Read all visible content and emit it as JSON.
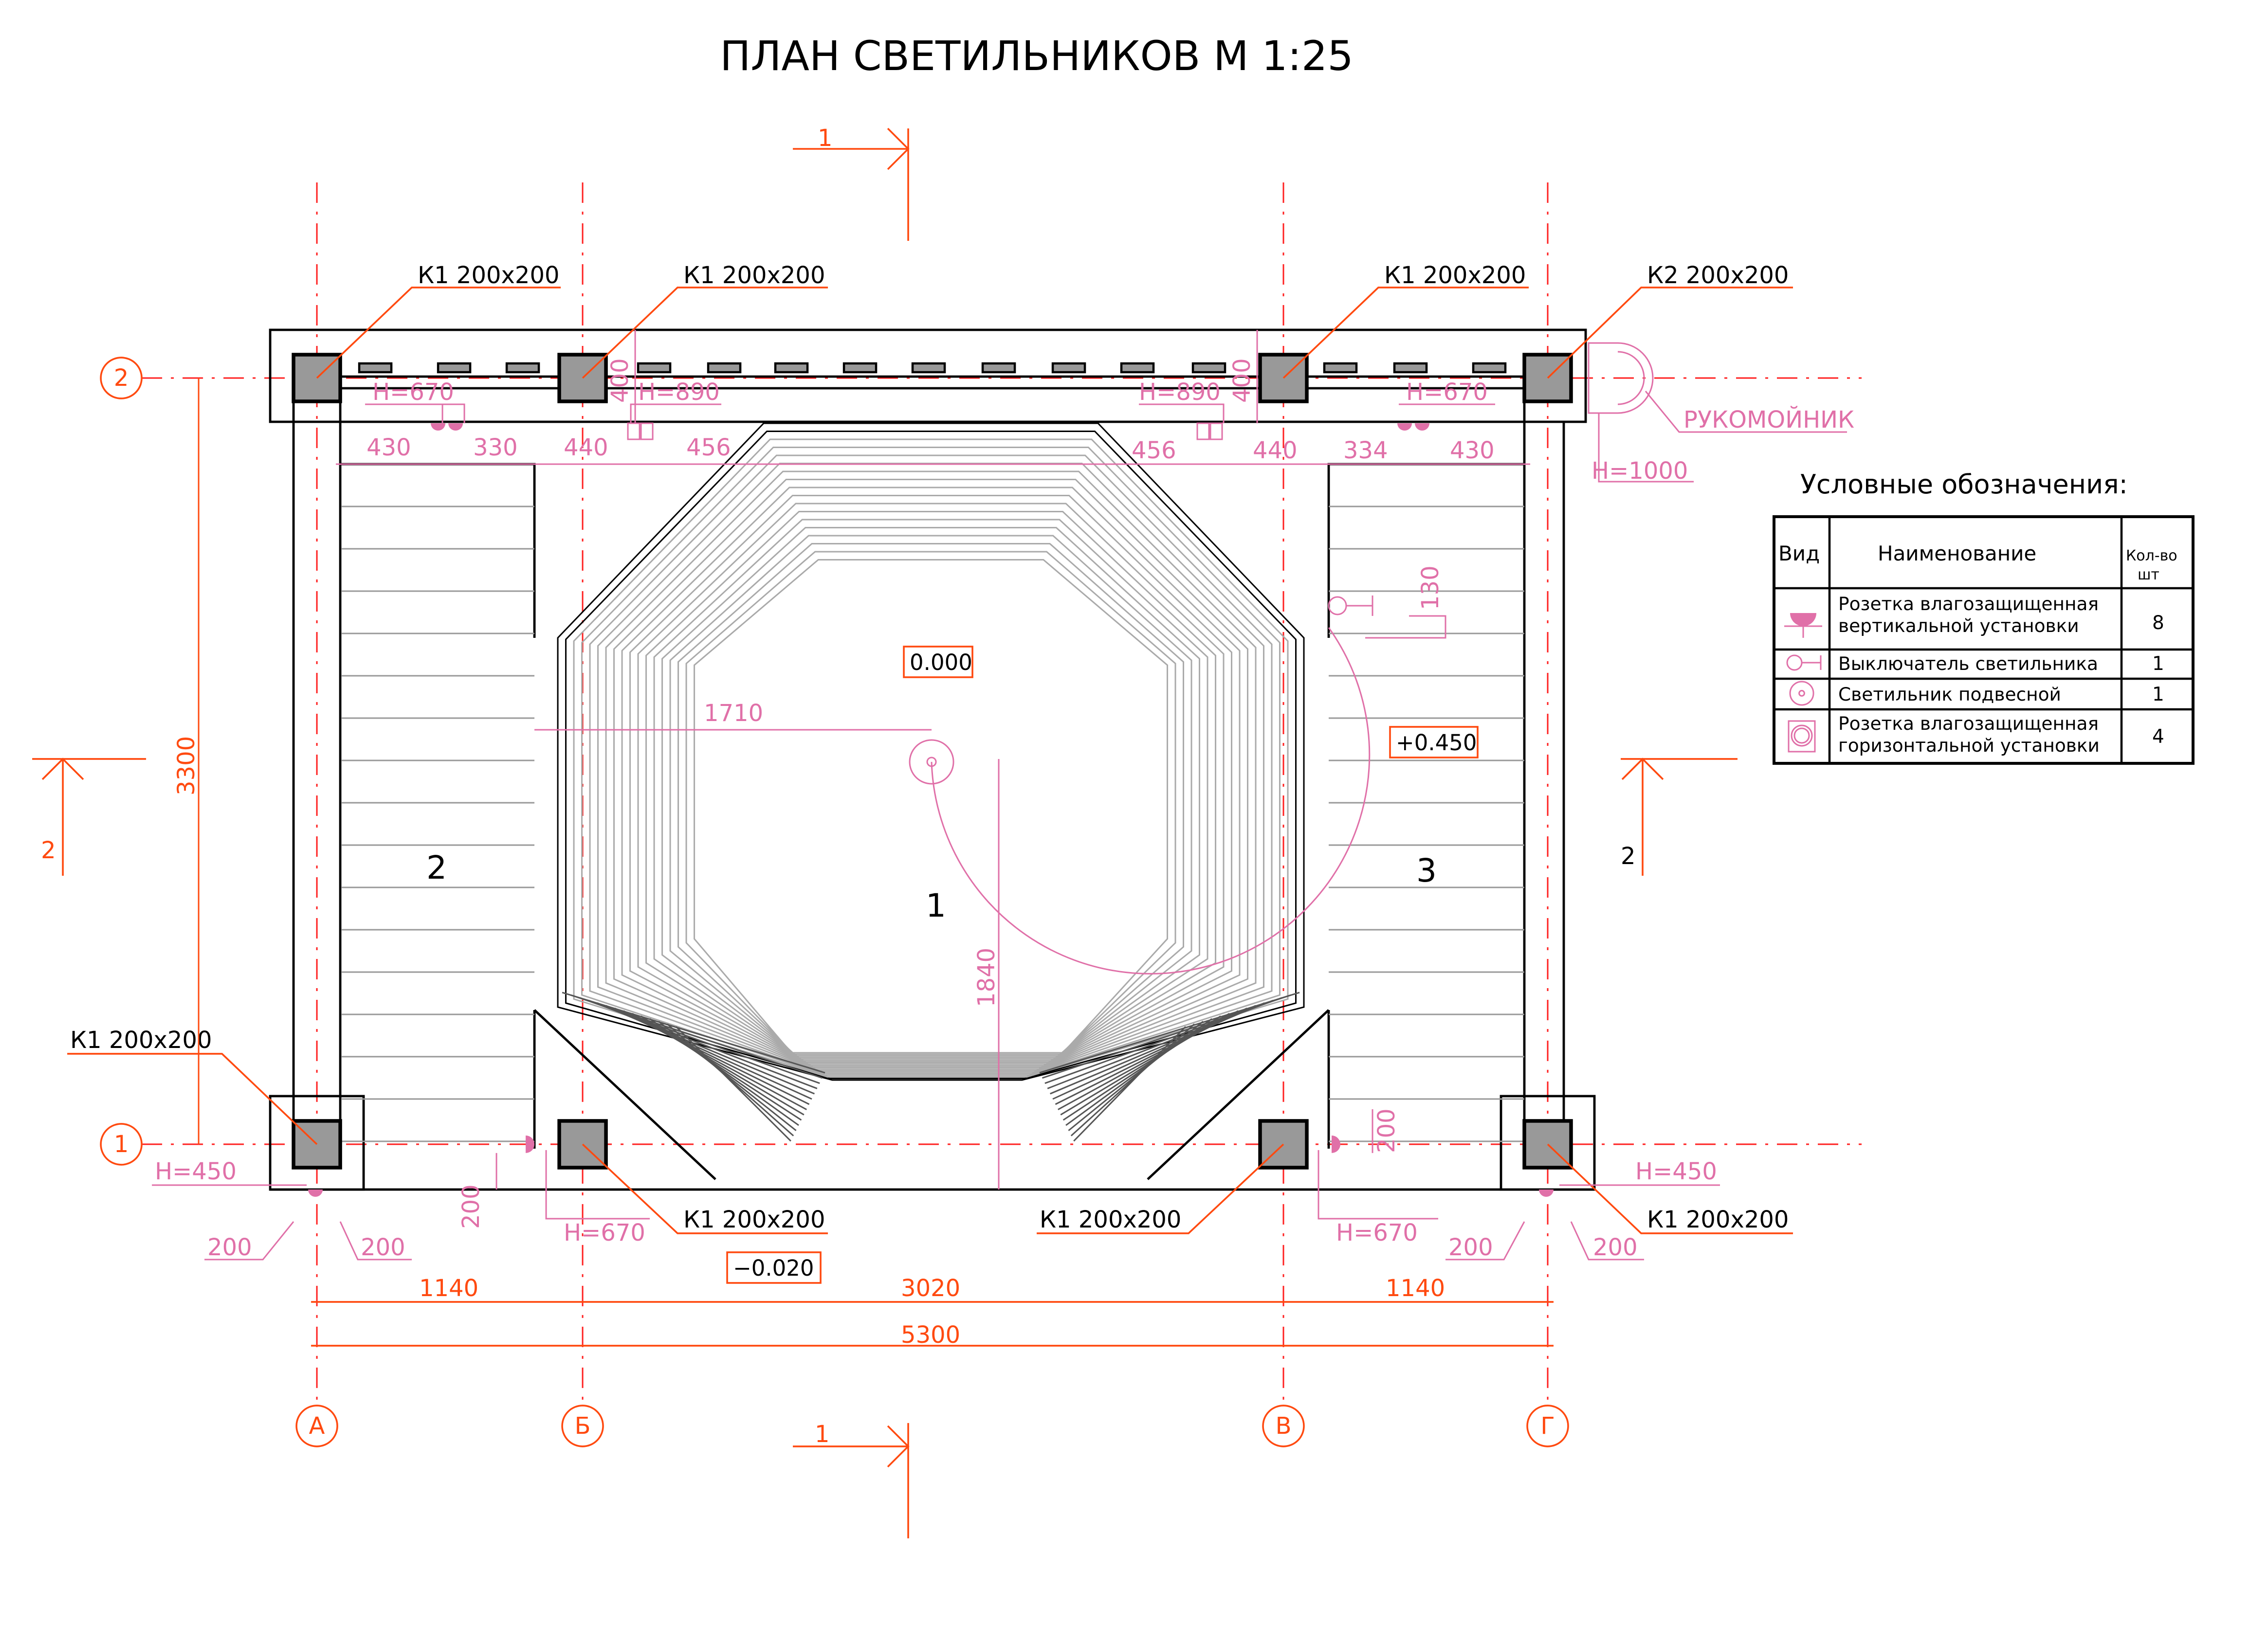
{
  "title": "ПЛАН СВЕТИЛЬНИКОВ М 1:25",
  "sections": {
    "top": "1",
    "bottom": "1",
    "left": "2",
    "right": "2"
  },
  "axes": {
    "rows": [
      "2",
      "1"
    ],
    "cols": [
      "А",
      "Б",
      "В",
      "Г"
    ]
  },
  "columns": [
    "К1 200х200",
    "К1 200х200",
    "К1 200х200",
    "К2 200х200",
    "К1 200х200",
    "К1 200х200",
    "К1 200х200",
    "К1 200х200"
  ],
  "heights": {
    "tl": "H=670",
    "tb": "H=890",
    "tv": "H=890",
    "tr": "H=670",
    "sink": "H=1000",
    "bl": "H=450",
    "br": "H=450",
    "bb": "H=670",
    "bv": "H=670"
  },
  "sink_label": "РУКОМОЙНИК",
  "dims": {
    "top": [
      "430",
      "330",
      "440",
      "456",
      "456",
      "440",
      "334",
      "430"
    ],
    "v400a": "400",
    "v400b": "400",
    "v130": "130",
    "v200a": "200",
    "v200b": "200",
    "r1710": "1710",
    "r1840": "1840",
    "h3300": "3300",
    "b200": [
      "200",
      "200",
      "200",
      "200"
    ],
    "bottom": [
      "1140",
      "3020",
      "1140"
    ],
    "total": "5300"
  },
  "levels": {
    "center": "0.000",
    "right": "+0.450",
    "bottom": "−0.020"
  },
  "rooms": [
    "1",
    "2",
    "3"
  ],
  "legend": {
    "title": "Условные обозначения:",
    "headers": {
      "symbol": "Вид",
      "name": "Наименование",
      "qty1": "Кол-во",
      "qty2": "шт"
    },
    "rows": [
      {
        "name1": "Розетка влагозащищенная",
        "name2": "вертикальной установки",
        "qty": "8",
        "icon": "socket-vertical-icon"
      },
      {
        "name1": "Выключатель светильника",
        "name2": "",
        "qty": "1",
        "icon": "switch-icon"
      },
      {
        "name1": "Светильник подвесной",
        "name2": "",
        "qty": "1",
        "icon": "pendant-light-icon"
      },
      {
        "name1": "Розетка влагозащищенная",
        "name2": "горизонтальной установки",
        "qty": "4",
        "icon": "socket-horizontal-icon"
      }
    ]
  },
  "colors": {
    "axis": "#ff2020",
    "leader": "#ff4a10",
    "electric": "#e070a8",
    "column": "#999999"
  }
}
